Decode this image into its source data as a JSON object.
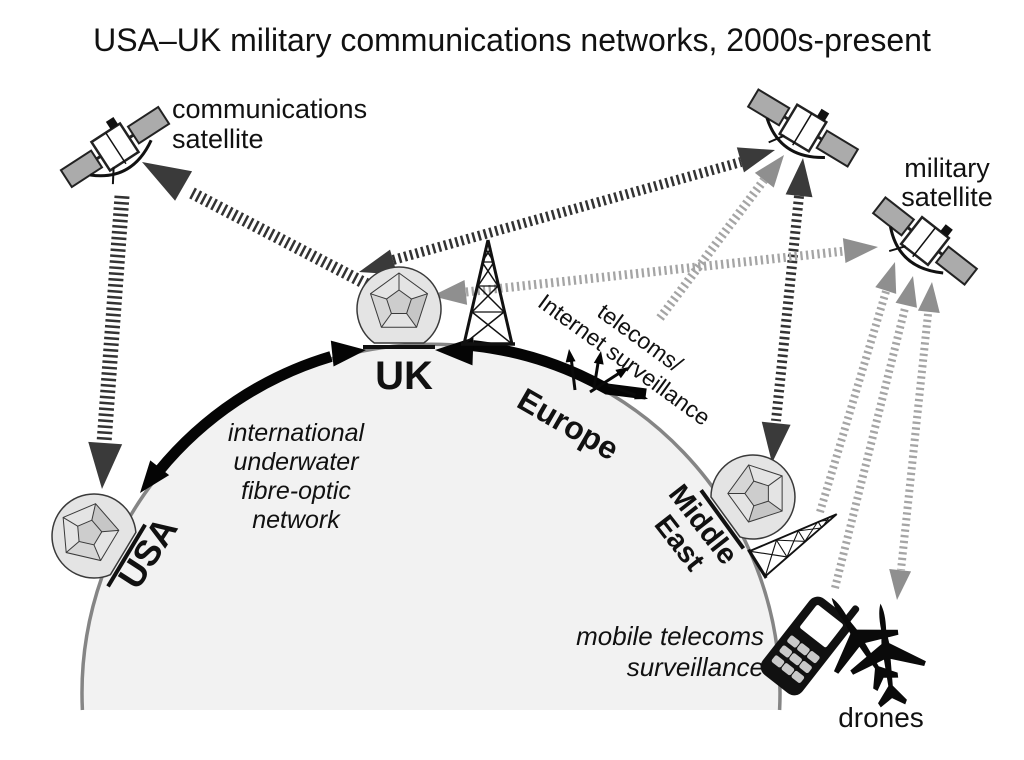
{
  "title": "USA–UK military communications networks, 2000s-present",
  "labels": {
    "comm_satellite": {
      "line1": "communications",
      "line2": "satellite"
    },
    "military_satellite": {
      "line1": "military",
      "line2": "satellite"
    },
    "uk": "UK",
    "usa": "USA",
    "europe": "Europe",
    "middle_east": {
      "line1": "Middle",
      "line2": "East"
    },
    "fibre": {
      "line1": "international",
      "line2": "underwater",
      "line3": "fibre-optic",
      "line4": "network"
    },
    "telecoms": {
      "line1": "telecoms/",
      "line2": "Internet surveillance"
    },
    "mobile": {
      "line1": "mobile telecoms",
      "line2": "surveillance"
    },
    "drones": "drones"
  },
  "icons": {
    "communications-satellite-icon": "satellite with solar panels",
    "relay-satellite-icon": "satellite with solar panels",
    "military-satellite-icon": "satellite with solar panels",
    "radome-icon": "geodesic dome ground station",
    "radio-tower-icon": "lattice transmission mast",
    "mobile-phone-icon": "handheld mobile phone",
    "drone-icon": "UAV aircraft silhouette",
    "earth-icon": "earth horizon arc"
  },
  "colors": {
    "background": "#ffffff",
    "earth_fill": "#f2f2f2",
    "earth_outline": "#858585",
    "dark_link": "#333333",
    "gray_link": "#a5a5a5",
    "gray_arrowhead": "#8f8f8f",
    "black_link": "#050505",
    "text": "#111111",
    "solar_panel": "#ababab",
    "dome_fill": "#e4e4e4"
  }
}
